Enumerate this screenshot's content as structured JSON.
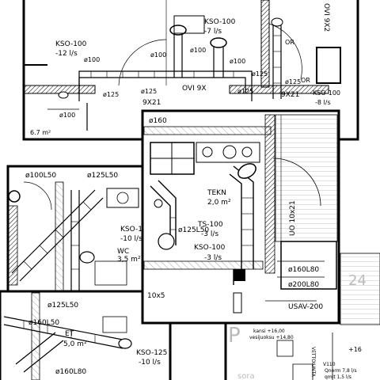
{
  "sheets": {
    "top_left": {
      "labels": {
        "kso_a": "KSO-100",
        "kso_a_rate": "-12 l/s",
        "kso_b": "KSO-100",
        "kso_b_rate": "-7 l/s",
        "d100_a": "ø100",
        "d100_b": "ø100",
        "d100_c": "ø100",
        "d100_d": "ø100",
        "d100_e": "ø100",
        "d125_a": "ø125",
        "d125_b": "ø125",
        "d125_c": "ø125",
        "d125_d": "ø125",
        "d125_e": "ø125",
        "ovi_v": "OVI 9X2",
        "ovi_h": "OVI 9X",
        "door_a": "9X21",
        "door_b": "9X21",
        "or_a": "OR",
        "or_b": "OR",
        "area": "6.7 m²",
        "kso_c": "KSO-100",
        "kso_c_rate": "-8 l/s"
      }
    },
    "center": {
      "labels": {
        "d160": "ø160",
        "tekn": "TEKN",
        "tekn_area": "2,0 m²",
        "ts": "TS-100",
        "ts_rate": "-3 l/s",
        "kso": "KSO-100",
        "kso_rate": "-3 l/s",
        "d125": "ø125L50",
        "uo": "UO 10x21",
        "d160l80": "ø160L80",
        "d200l80": "ø200L80",
        "usav": "USAV-200",
        "door": "10x5"
      }
    },
    "left": {
      "labels": {
        "d100l50": "ø100L50",
        "d125l50": "ø125L50",
        "kso": "KSO-1",
        "kso_rate": "-10 l/s",
        "wc": "WC",
        "wc_area": "3,5 m²"
      }
    },
    "bottom_left": {
      "labels": {
        "d125l50": "ø125L50",
        "d160l50": "ø160L50",
        "et": "ET",
        "et_area": "5,0 m²",
        "kso": "KSO-125",
        "kso_rate": "-10 l/s",
        "d160l80": "ø160L80"
      }
    },
    "bottom_right": {
      "labels": {
        "kansi": "kansi +16,00",
        "vesijuoksu": "vesijuoksu +14,80",
        "vettoiu": "VETTOIUNTA",
        "v110": "V110",
        "qnorm": "Qnorm 7,8 l/s",
        "qmit": "qmit 1,5 l/s",
        "plus16": "+16",
        "num24": "24",
        "p": "P",
        "sora": "sora"
      }
    }
  }
}
